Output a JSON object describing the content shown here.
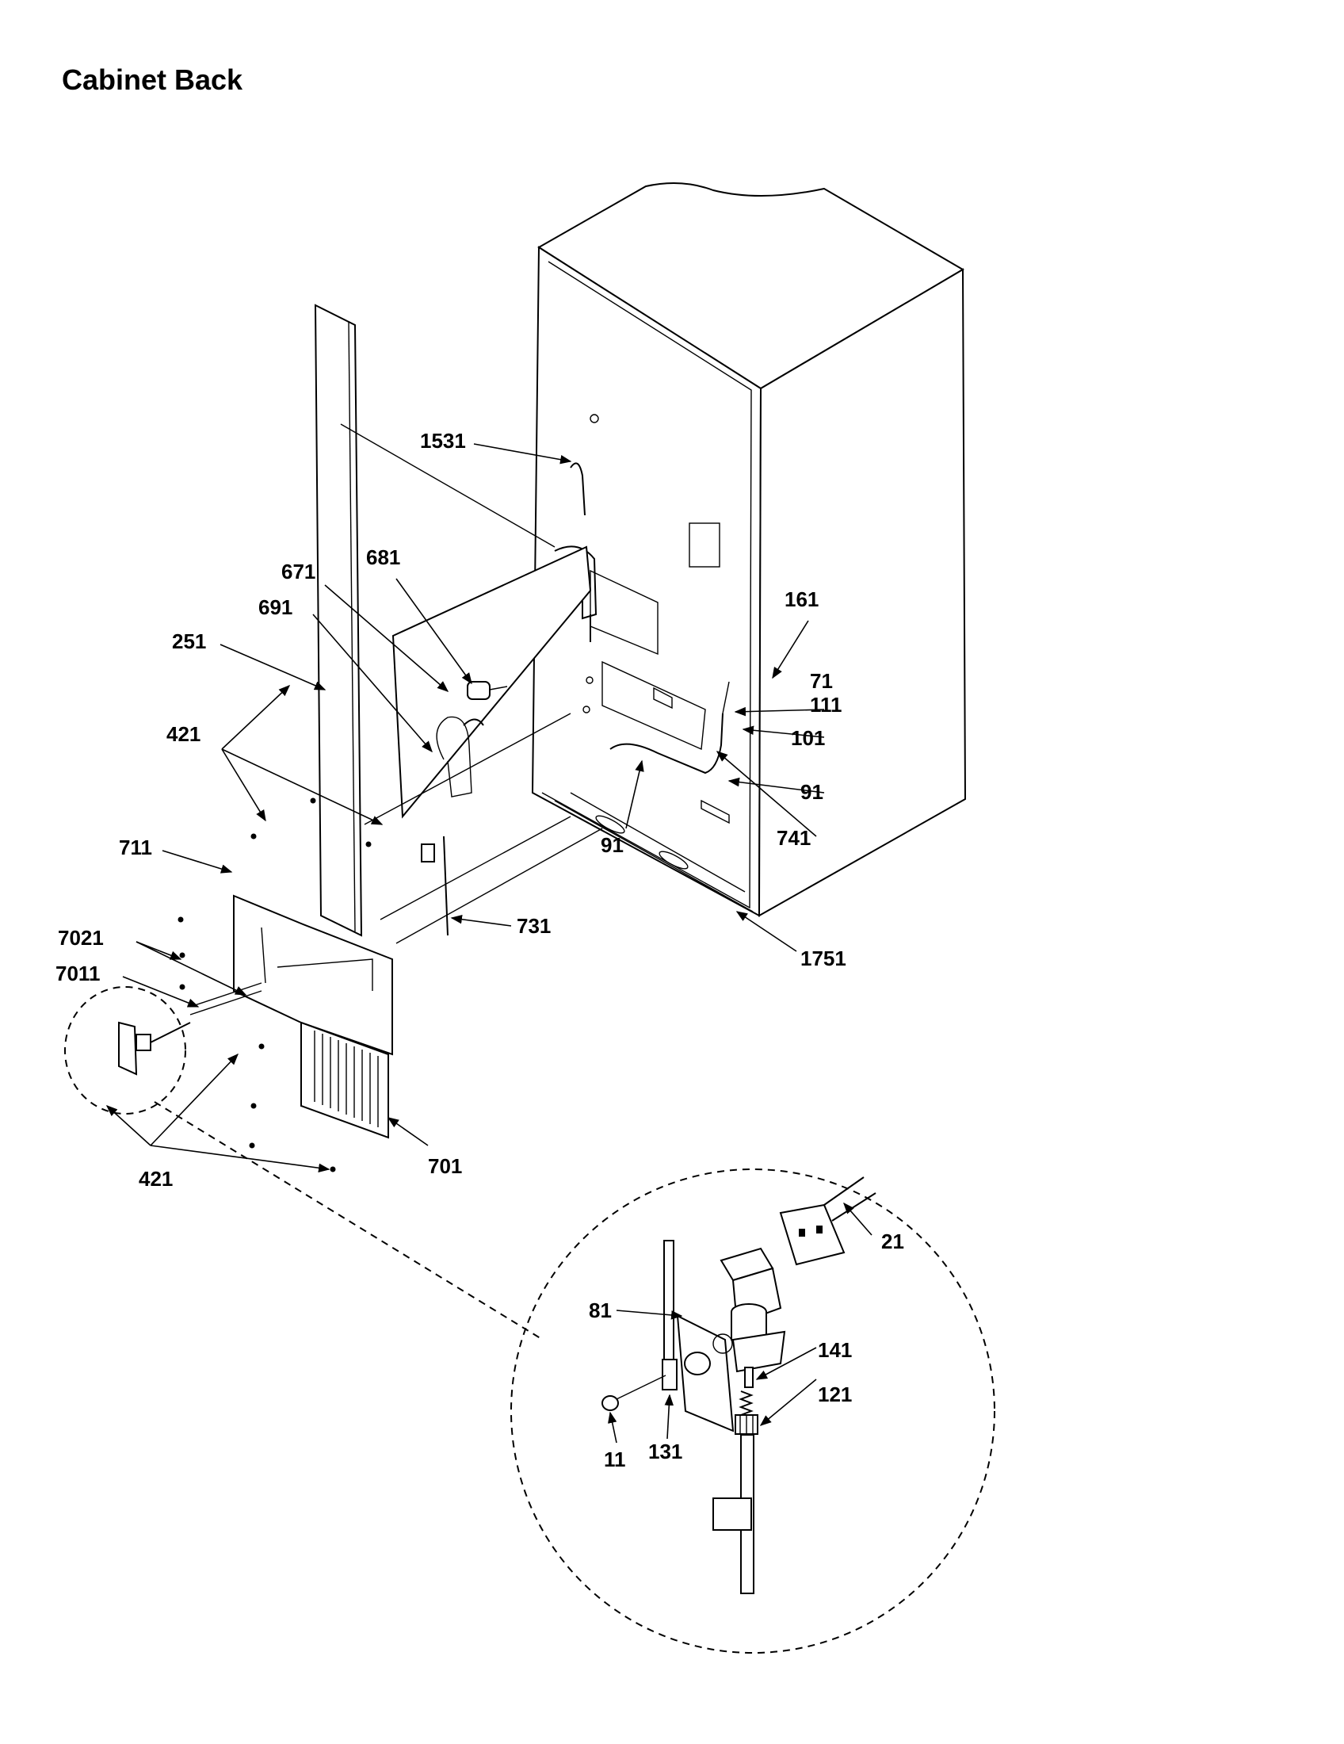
{
  "title": "Cabinet Back",
  "labels": {
    "p1531": "1531",
    "p671": "671",
    "p681": "681",
    "p691": "691",
    "p251": "251",
    "p421a": "421",
    "p421b": "421",
    "p161": "161",
    "p71": "71",
    "p111": "111",
    "p101": "101",
    "p91a": "91",
    "p741": "741",
    "p91b": "91",
    "p711": "711",
    "p731": "731",
    "p7021": "7021",
    "p7011": "7011",
    "p1751": "1751",
    "p701": "701",
    "p21": "21",
    "p81": "81",
    "p141": "141",
    "p121": "121",
    "p11": "11",
    "p131": "131"
  }
}
